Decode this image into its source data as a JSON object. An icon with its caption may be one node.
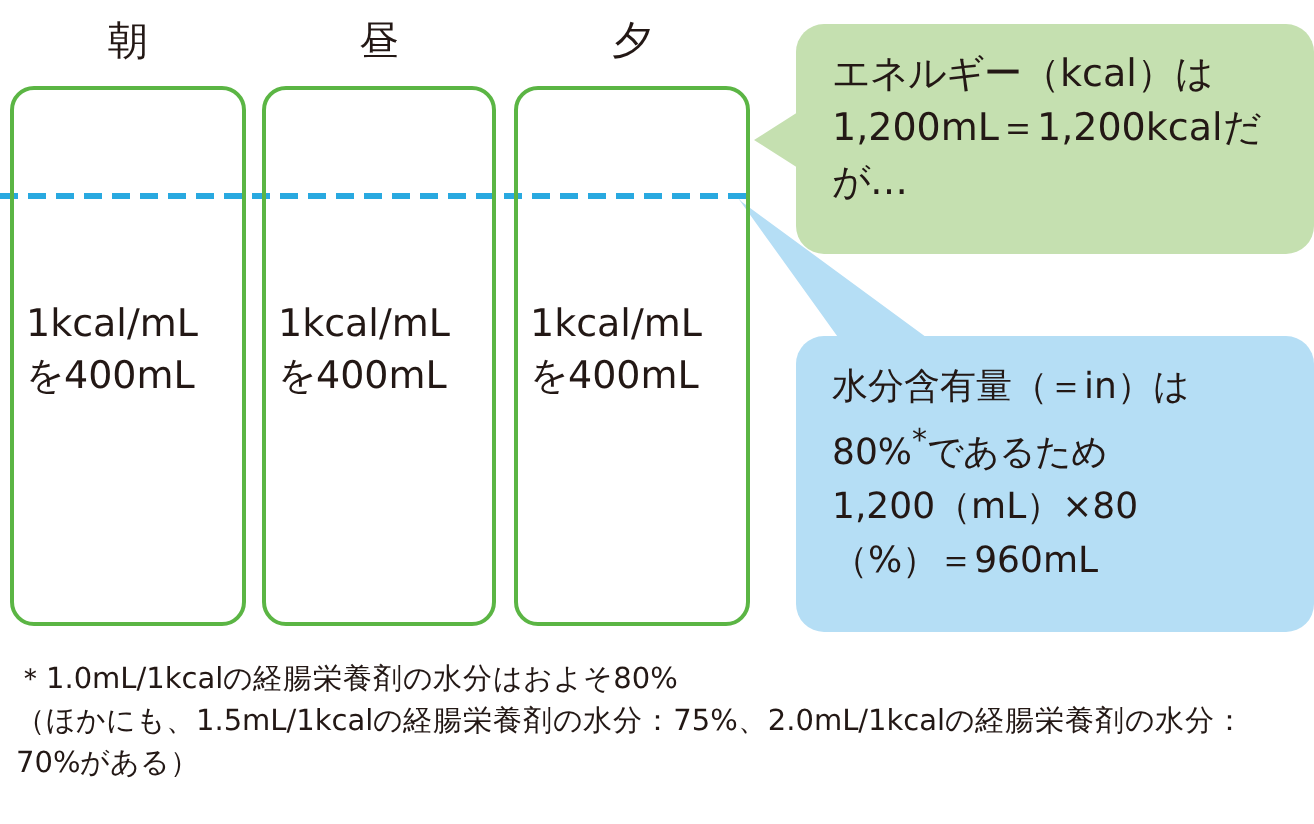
{
  "diagram": {
    "nodes": [
      {
        "text": [
          "朝",
          "1kcal/mLを400mL"
        ]
      },
      {
        "text": [
          "昼",
          "1kcal/mLを400mL"
        ]
      },
      {
        "text": [
          "夕",
          "1kcal/mLを400mL"
        ]
      },
      {
        "text": [
          "エネルギー（kcal）は1,200mL＝1,200kcalだが…"
        ]
      },
      {
        "text": [
          "水分含有量（＝in）は80%$^{*}$であるため1,200（mL）×80（%）＝960mL"
        ]
      },
      {
        "text": [],
        "shape": "line"
      }
    ],
    "edges": [
      {
        "from": 3,
        "to": 2,
        "arrow": "to"
      },
      {
        "from": 4,
        "to": 5,
        "arrow": "none"
      }
    ],
    "labels": [
      "＊1.0mL/1kcalの経腸栄養剤の水分はおよそ80%",
      "（ほかにも、1.5mL/1kcalの経腸栄養剤の水分：75%、2.0mL/1kcalの経腸栄養剤の水分：70%がある）"
    ]
  }
}
